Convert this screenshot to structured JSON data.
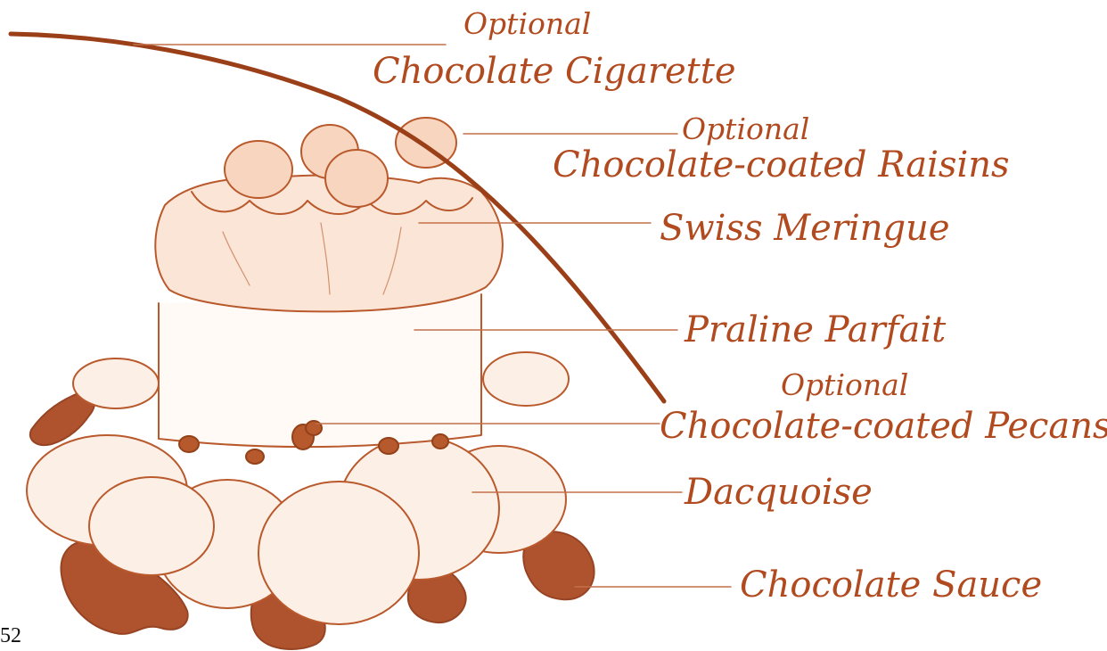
{
  "labels": {
    "cigarette_optional": "Optional",
    "cigarette": "Chocolate Cigarette",
    "raisins_optional": "Optional",
    "raisins": "Chocolate-coated Raisins",
    "meringue": "Swiss Meringue",
    "parfait": "Praline Parfait",
    "pecans_optional": "Optional",
    "pecans": "Chocolate-coated Pecans",
    "dacquoise": "Dacquoise",
    "sauce": "Chocolate Sauce"
  },
  "page_number": "52",
  "colors": {
    "ink": "#b14a1f",
    "sauce": "#9a3a12",
    "sketch_fill": "#f6d9c6"
  }
}
